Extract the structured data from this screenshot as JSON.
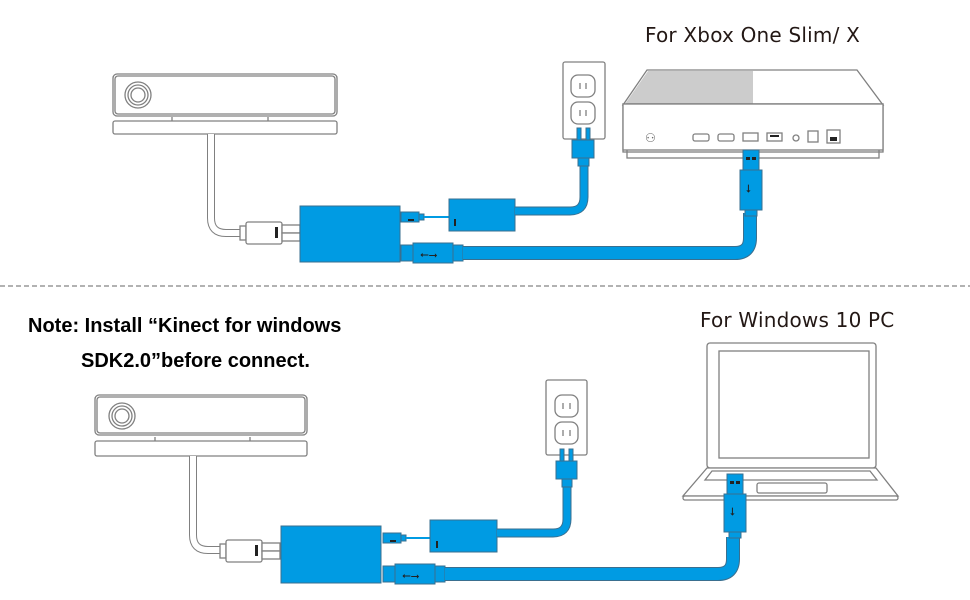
{
  "diagram": {
    "title": "Kinect adapter connection guide",
    "sections": [
      {
        "id": "xbox",
        "label": "For Xbox One Slim/ X"
      },
      {
        "id": "pc",
        "label": "For Windows 10 PC"
      }
    ],
    "note": {
      "line1": "Note: Install “Kinect for windows",
      "line2": "SDK2.0”before connect."
    },
    "components": [
      "Kinect sensor",
      "Kinect adapter box",
      "Power adapter",
      "Wall outlet",
      "USB cable",
      "Xbox One S/X console",
      "Laptop"
    ],
    "colors": {
      "cable_blue": "#009be3",
      "outline_gray": "#808080",
      "console_top_gray": "#cccccc",
      "text": "#231815"
    }
  }
}
